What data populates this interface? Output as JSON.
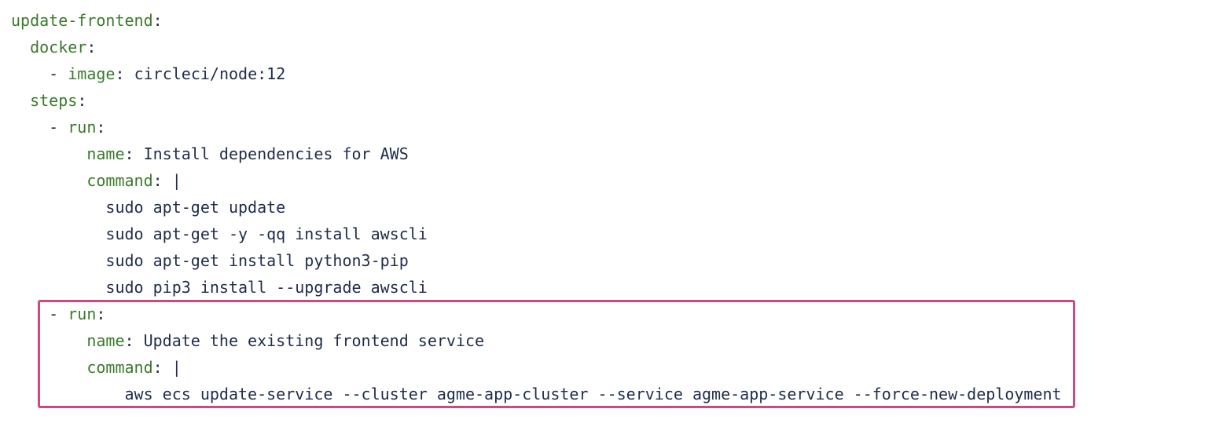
{
  "code": {
    "line1": {
      "key": "update-frontend",
      "colon": ":"
    },
    "line2": {
      "indent": "  ",
      "key": "docker",
      "colon": ":"
    },
    "line3": {
      "indent": "    ",
      "dash": "- ",
      "key": "image",
      "colon": ": ",
      "value": "circleci/node:12"
    },
    "line4": {
      "indent": "  ",
      "key": "steps",
      "colon": ":"
    },
    "line5": {
      "indent": "    ",
      "dash": "- ",
      "key": "run",
      "colon": ":"
    },
    "line6": {
      "indent": "        ",
      "key": "name",
      "colon": ": ",
      "value": "Install dependencies for AWS"
    },
    "line7": {
      "indent": "        ",
      "key": "command",
      "colon": ": ",
      "value": "|"
    },
    "line8": {
      "indent": "          ",
      "value": "sudo apt-get update"
    },
    "line9": {
      "indent": "          ",
      "value": "sudo apt-get -y -qq install awscli"
    },
    "line10": {
      "indent": "          ",
      "value": "sudo apt-get install python3-pip"
    },
    "line11": {
      "indent": "          ",
      "value": "sudo pip3 install --upgrade awscli"
    },
    "line12": {
      "indent": "    ",
      "dash": "- ",
      "key": "run",
      "colon": ":"
    },
    "line13": {
      "indent": "        ",
      "key": "name",
      "colon": ": ",
      "value": "Update the existing frontend service"
    },
    "line14": {
      "indent": "        ",
      "key": "command",
      "colon": ": ",
      "value": "|"
    },
    "line15": {
      "indent": "            ",
      "value": "aws ecs update-service --cluster agme-app-cluster --service agme-app-service --force-new-deployment"
    }
  },
  "colors": {
    "key": "#3a7a2a",
    "text": "#1f2d4a",
    "highlight_border": "#cc4a7e"
  }
}
